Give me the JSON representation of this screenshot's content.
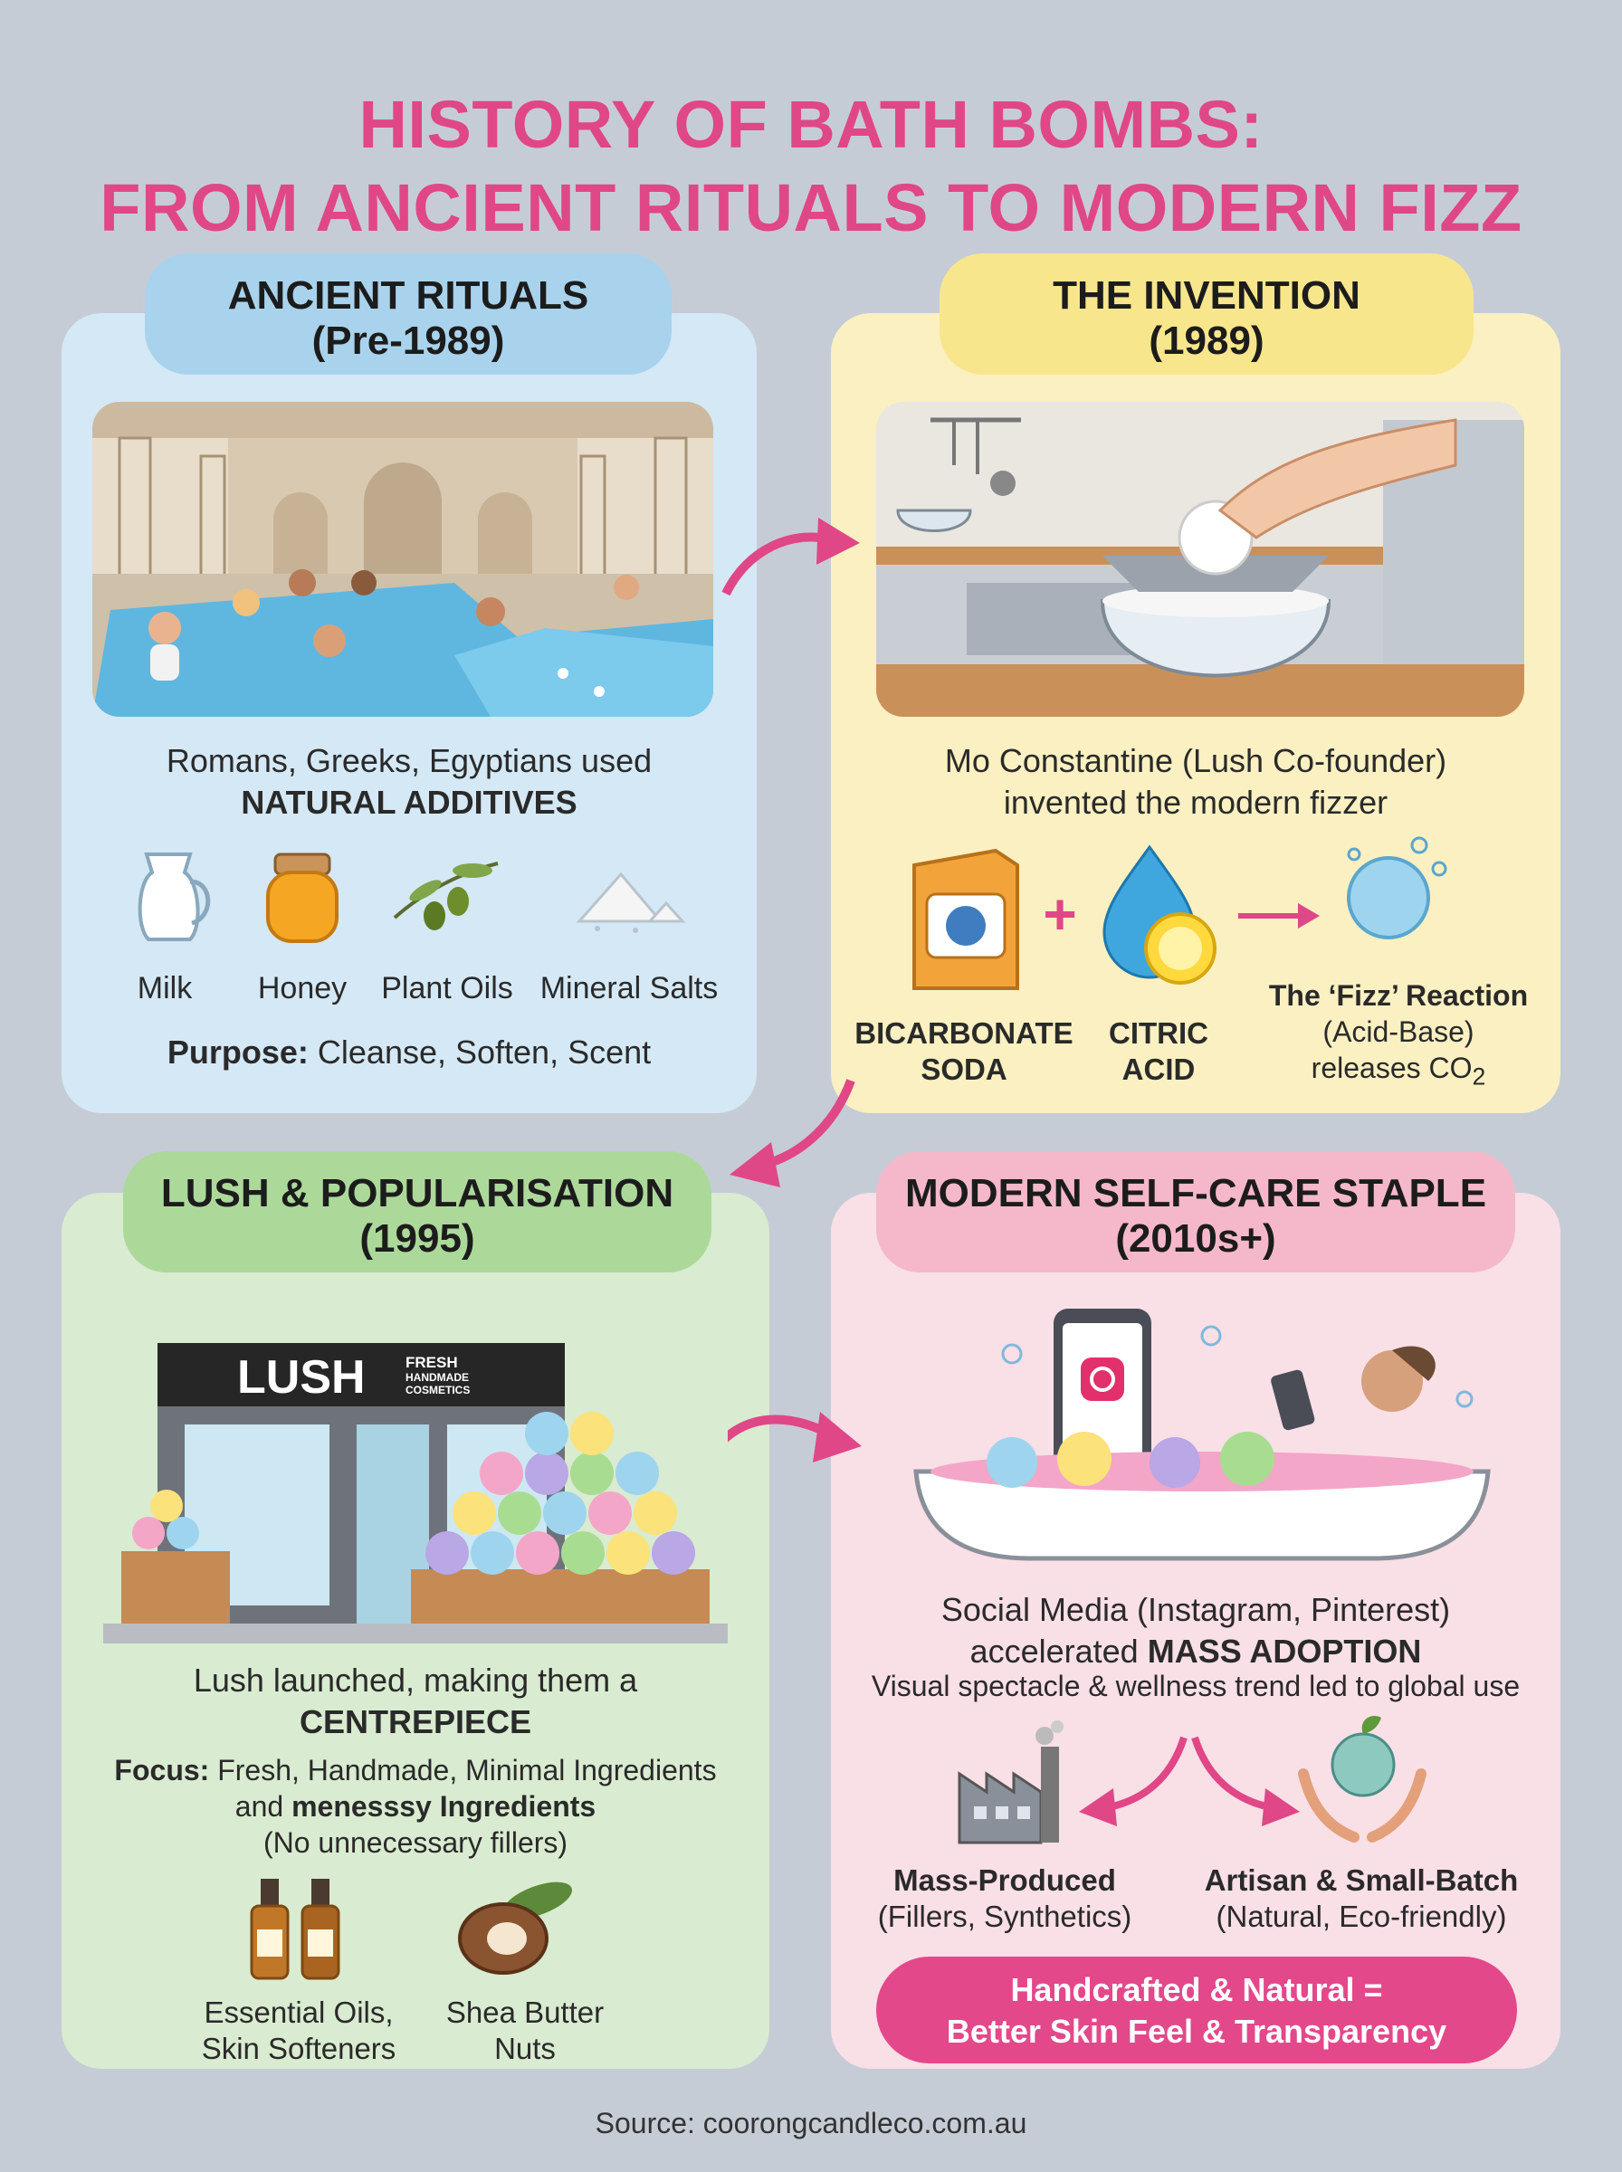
{
  "title": {
    "line1": "HISTORY OF BATH BOMBS:",
    "line2": "FROM ANCIENT RITUALS TO MODERN FIZZ"
  },
  "sections": {
    "ancient": {
      "heading": "ANCIENT RITUALS",
      "period": "(Pre-1989)",
      "text_line1": "Romans, Greeks, Egyptians used",
      "text_bold": "NATURAL ADDITIVES",
      "items": [
        "Milk",
        "Honey",
        "Plant Oils",
        "Mineral Salts"
      ],
      "purpose_label": "Purpose:",
      "purpose_text": "Cleanse, Soften, Scent"
    },
    "invention": {
      "heading": "THE INVENTION",
      "period": "(1989)",
      "text_line1": "Mo Constantine (Lush Co-founder)",
      "text_line2": "invented the modern fizzer",
      "ingredient1_line1": "BICARBONATE",
      "ingredient1_line2": "SODA",
      "plus": "+",
      "ingredient2_line1": "CITRIC",
      "ingredient2_line2": "ACID",
      "reaction_title": "The ‘Fizz’ Reaction",
      "reaction_line2": "(Acid-Base)",
      "reaction_line3": "releases CO",
      "reaction_sub": "2"
    },
    "lush": {
      "heading": "LUSH & POPULARISATION",
      "period": "(1995)",
      "sign_brand": "LUSH",
      "sign_line1": "FRESH",
      "sign_line2": "HANDMADE",
      "sign_line3": "COSMETICS",
      "text_line1": "Lush launched, making them a",
      "text_bold": "CENTREPIECE",
      "focus_label": "Focus:",
      "focus_text": "Fresh, Handmade, Minimal Ingredients",
      "focus_line2_pre": "and",
      "focus_line2_bold": "menesssy Ingredients",
      "focus_line3": "(No unnecessary fillers)",
      "item1_line1": "Essential Oils,",
      "item1_line2": "Skin Softeners",
      "item2_line1": "Shea Butter",
      "item2_line2": "Nuts"
    },
    "modern": {
      "heading": "MODERN SELF-CARE STAPLE",
      "period": "(2010s+)",
      "text_line1": "Social Media (Instagram, Pinterest)",
      "text_line2_pre": "accelerated",
      "text_line2_bold": "MASS ADOPTION",
      "text_line3": "Visual spectacle & wellness trend led to global use",
      "branch1_title": "Mass-Produced",
      "branch1_sub": "(Fillers, Synthetics)",
      "branch2_title": "Artisan & Small-Batch",
      "branch2_sub": "(Natural, Eco-friendly)",
      "banner_line1": "Handcrafted & Natural =",
      "banner_line2": "Better Skin Feel & Transparency"
    }
  },
  "source": "Source: coorongcandleco.com.au",
  "colors": {
    "accent": "#e04787",
    "background": "#c6ccd6",
    "ancient": "#d4e8f5",
    "invention": "#fbf0c1",
    "lush": "#d9ebd0",
    "modern": "#f9dfe6"
  }
}
